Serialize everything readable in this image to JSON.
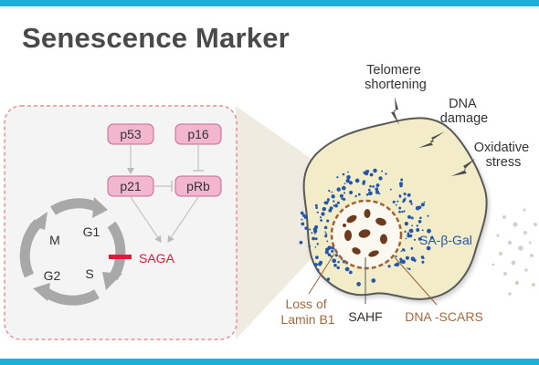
{
  "title": "Senescence Marker",
  "colors": {
    "accent_bar": "#1bb0d8",
    "gene_box_fill": "#f3b6cf",
    "gene_box_stroke": "#c46a92",
    "saga_red": "#e01b3c",
    "cell_fill": "#f2ecc8",
    "cell_outline": "#585858",
    "sa_beta_gal_blue": "#2356a8",
    "marker_brown": "#9b6235",
    "panel_border": "#e07a80",
    "panel_fill": "#f4f4f4",
    "cycle_arrow": "#a8a8a8"
  },
  "pathway": {
    "genes": [
      "p53",
      "p16",
      "p21",
      "pRb"
    ],
    "output": "SAGA"
  },
  "cell_cycle": {
    "phases": [
      "M",
      "G1",
      "G2",
      "S"
    ]
  },
  "stressors": {
    "telomere": [
      "Telomere",
      "shortening"
    ],
    "dna": [
      "DNA",
      "damage"
    ],
    "oxidative": [
      "Oxidative",
      "stress"
    ]
  },
  "markers": {
    "sa_beta_gal": "SA-β-Gal",
    "lamin": [
      "Loss of",
      "Lamin B1"
    ],
    "sahf": "SAHF",
    "dna_scars": "DNA -SCARS"
  },
  "icons": [
    "lightning-bolt-icon",
    "cell-cycle-arrow-icon",
    "inhibition-bar-icon"
  ]
}
